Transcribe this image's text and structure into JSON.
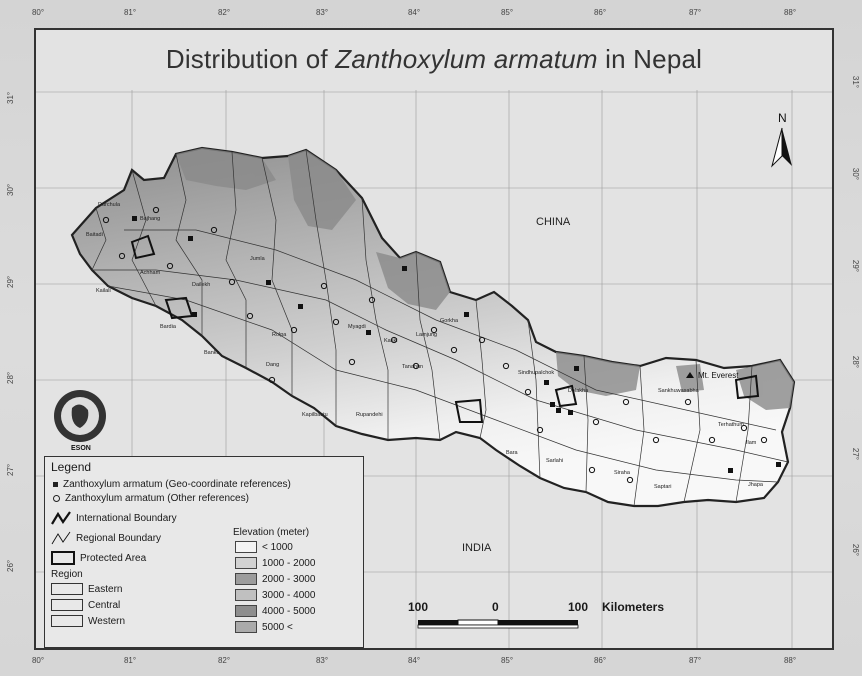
{
  "map": {
    "title_prefix": "Distribution of ",
    "title_species": "Zanthoxylum armatum",
    "title_suffix": " in Nepal",
    "longitude_ticks": [
      "80°",
      "81°",
      "82°",
      "83°",
      "84°",
      "85°",
      "86°",
      "87°",
      "88°"
    ],
    "latitude_ticks": [
      "31°",
      "30°",
      "29°",
      "28°",
      "27°",
      "26°"
    ],
    "country_labels": {
      "north": "CHINA",
      "south": "INDIA"
    },
    "north_arrow_label": "N",
    "peak_label": "Mt. Everest",
    "logo_text": "ESON",
    "district_labels": [
      "Darchula",
      "Bajhang",
      "Baitadi",
      "Achham",
      "Kailali",
      "Dailekh",
      "Jumla",
      "Rolpa",
      "Bardia",
      "Banke",
      "Dang",
      "Myagdi",
      "Kaski",
      "Lamjung",
      "Tanahun",
      "Gorkha",
      "Kapilbastu",
      "Rupandehi",
      "Sindhupalchok",
      "Dolakha",
      "Sankhuwasabha",
      "Terhathum",
      "Ilam",
      "Jhapa",
      "Saptari",
      "Siraha",
      "Bara",
      "Sarlahi"
    ]
  },
  "legend": {
    "title": "Legend",
    "items": [
      {
        "symbol": "square",
        "label": "Zanthoxylum armatum (Geo-coordinate references)"
      },
      {
        "symbol": "circle",
        "label": "Zanthoxylum armatum (Other references)"
      }
    ],
    "boundaries": [
      "International Boundary",
      "Regional Boundary",
      "Protected Area"
    ],
    "region_title": "Region",
    "regions": [
      "Eastern",
      "Central",
      "Western"
    ],
    "elevation_title": "Elevation (meter)",
    "elevation_classes": [
      {
        "label": "< 1000",
        "color": "#f4f4f4"
      },
      {
        "label": "1000 - 2000",
        "color": "#d2d2d2"
      },
      {
        "label": "2000 - 3000",
        "color": "#9c9c9c"
      },
      {
        "label": "3000 - 4000",
        "color": "#c0c0c0"
      },
      {
        "label": "4000 - 5000",
        "color": "#8e8e8e"
      },
      {
        "label": "5000 <",
        "color": "#aaaaaa"
      }
    ]
  },
  "scale": {
    "left": "100",
    "middle": "0",
    "right": "100",
    "unit": "Kilometers"
  }
}
